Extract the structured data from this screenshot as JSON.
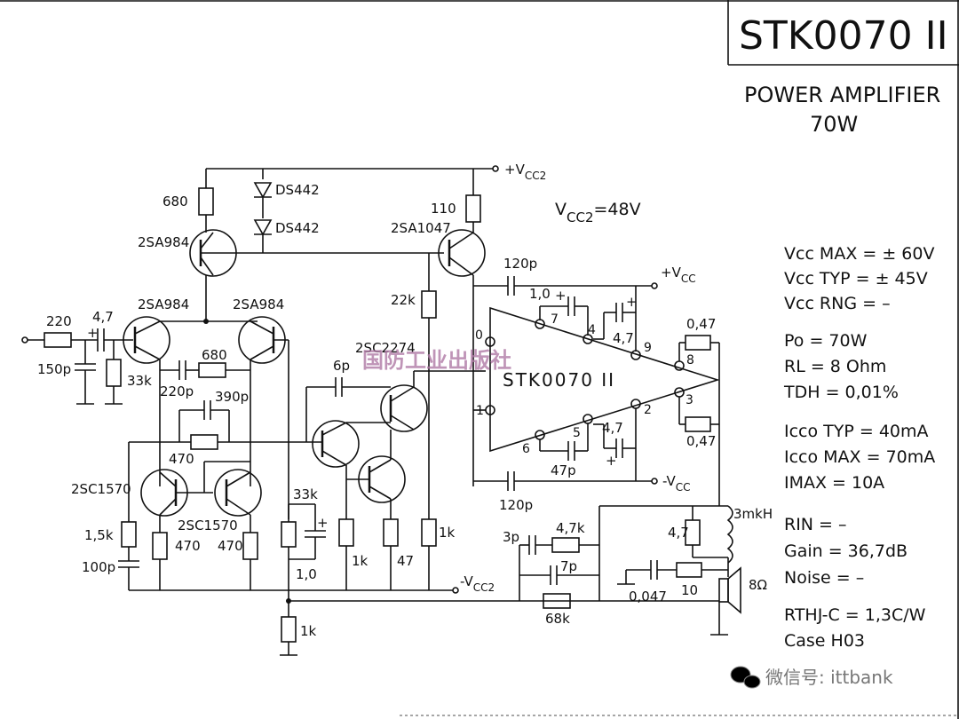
{
  "header": {
    "part_number": "STK0070 II",
    "title": "POWER AMPLIFIER",
    "power": "70W"
  },
  "rails": {
    "vcc2_pos": "+V",
    "vcc2_sub": "CC2",
    "vcc2_value": "V",
    "vcc2_value_sub": "CC2",
    "vcc2_value_rest": "=48V",
    "vcc_pos": "+V",
    "vcc_sub": "CC",
    "vcc_neg": "-V",
    "vcc_neg_sub": "CC",
    "vcc2_neg": "-V",
    "vcc2_neg_sub": "CC2"
  },
  "chip": {
    "label": "STK0070 II",
    "pins": [
      "0",
      "1",
      "2",
      "3",
      "4",
      "5",
      "6",
      "7",
      "8",
      "9"
    ]
  },
  "components": {
    "r680_top": "680",
    "ds1": "DS442",
    "ds2": "DS442",
    "q_2sa984_top": "2SA984",
    "r110": "110",
    "q_2sa1047": "2SA1047",
    "r22k": "22k",
    "q_2sa984_l": "2SA984",
    "q_2sa984_r": "2SA984",
    "r220": "220",
    "c4_7_in": "4,7",
    "c150p": "150p",
    "r33k_in": "33k",
    "c220p": "220p",
    "r680_mid": "680",
    "c390p": "390p",
    "r470_mid": "470",
    "q_2sc2274": "2SC2274",
    "c6p": "6p",
    "q_2sc1570_l": "2SC1570",
    "q_2sc1570_r": "2SC1570",
    "r1_5k": "1,5k",
    "c100p": "100p",
    "r470_l": "470",
    "r470_r": "470",
    "r33k_low": "33k",
    "c1_0_low": "1,0",
    "r1k_a": "1k",
    "r47": "47",
    "r1k_b": "1k",
    "r1k_bottom": "1k",
    "c120p_top": "120p",
    "c1_0_top": "1,0",
    "c4_7_top": "4,7",
    "c47p": "47p",
    "c4_7_bot": "4,7",
    "c120p_bot": "120p",
    "r0_47_a": "0,47",
    "r0_47_b": "0,47",
    "c3p": "3p",
    "r4_7k": "4,7k",
    "c7p": "7p",
    "r68k": "68k",
    "c0_047": "0,047",
    "r10": "10",
    "r4_7_out": "4,7",
    "l3mkh": "3mkH",
    "spk": "8Ω"
  },
  "specs": [
    "Vcc MAX = ± 60V",
    "Vcc TYP = ± 45V",
    "Vcc RNG =   –",
    "Po = 70W",
    "RL = 8 Ohm",
    "TDH = 0,01%",
    "Icco TYP = 40mA",
    "Icco MAX = 70mA",
    "IMAX =     10A",
    "RIN = –",
    "Gain = 36,7dB",
    "Noise =   –",
    "RTHJ-C = 1,3C/W",
    "Case H03"
  ],
  "watermark": "国防工业出版社",
  "footer": {
    "icon": "wechat-icon",
    "text": "微信号: ittbank"
  }
}
